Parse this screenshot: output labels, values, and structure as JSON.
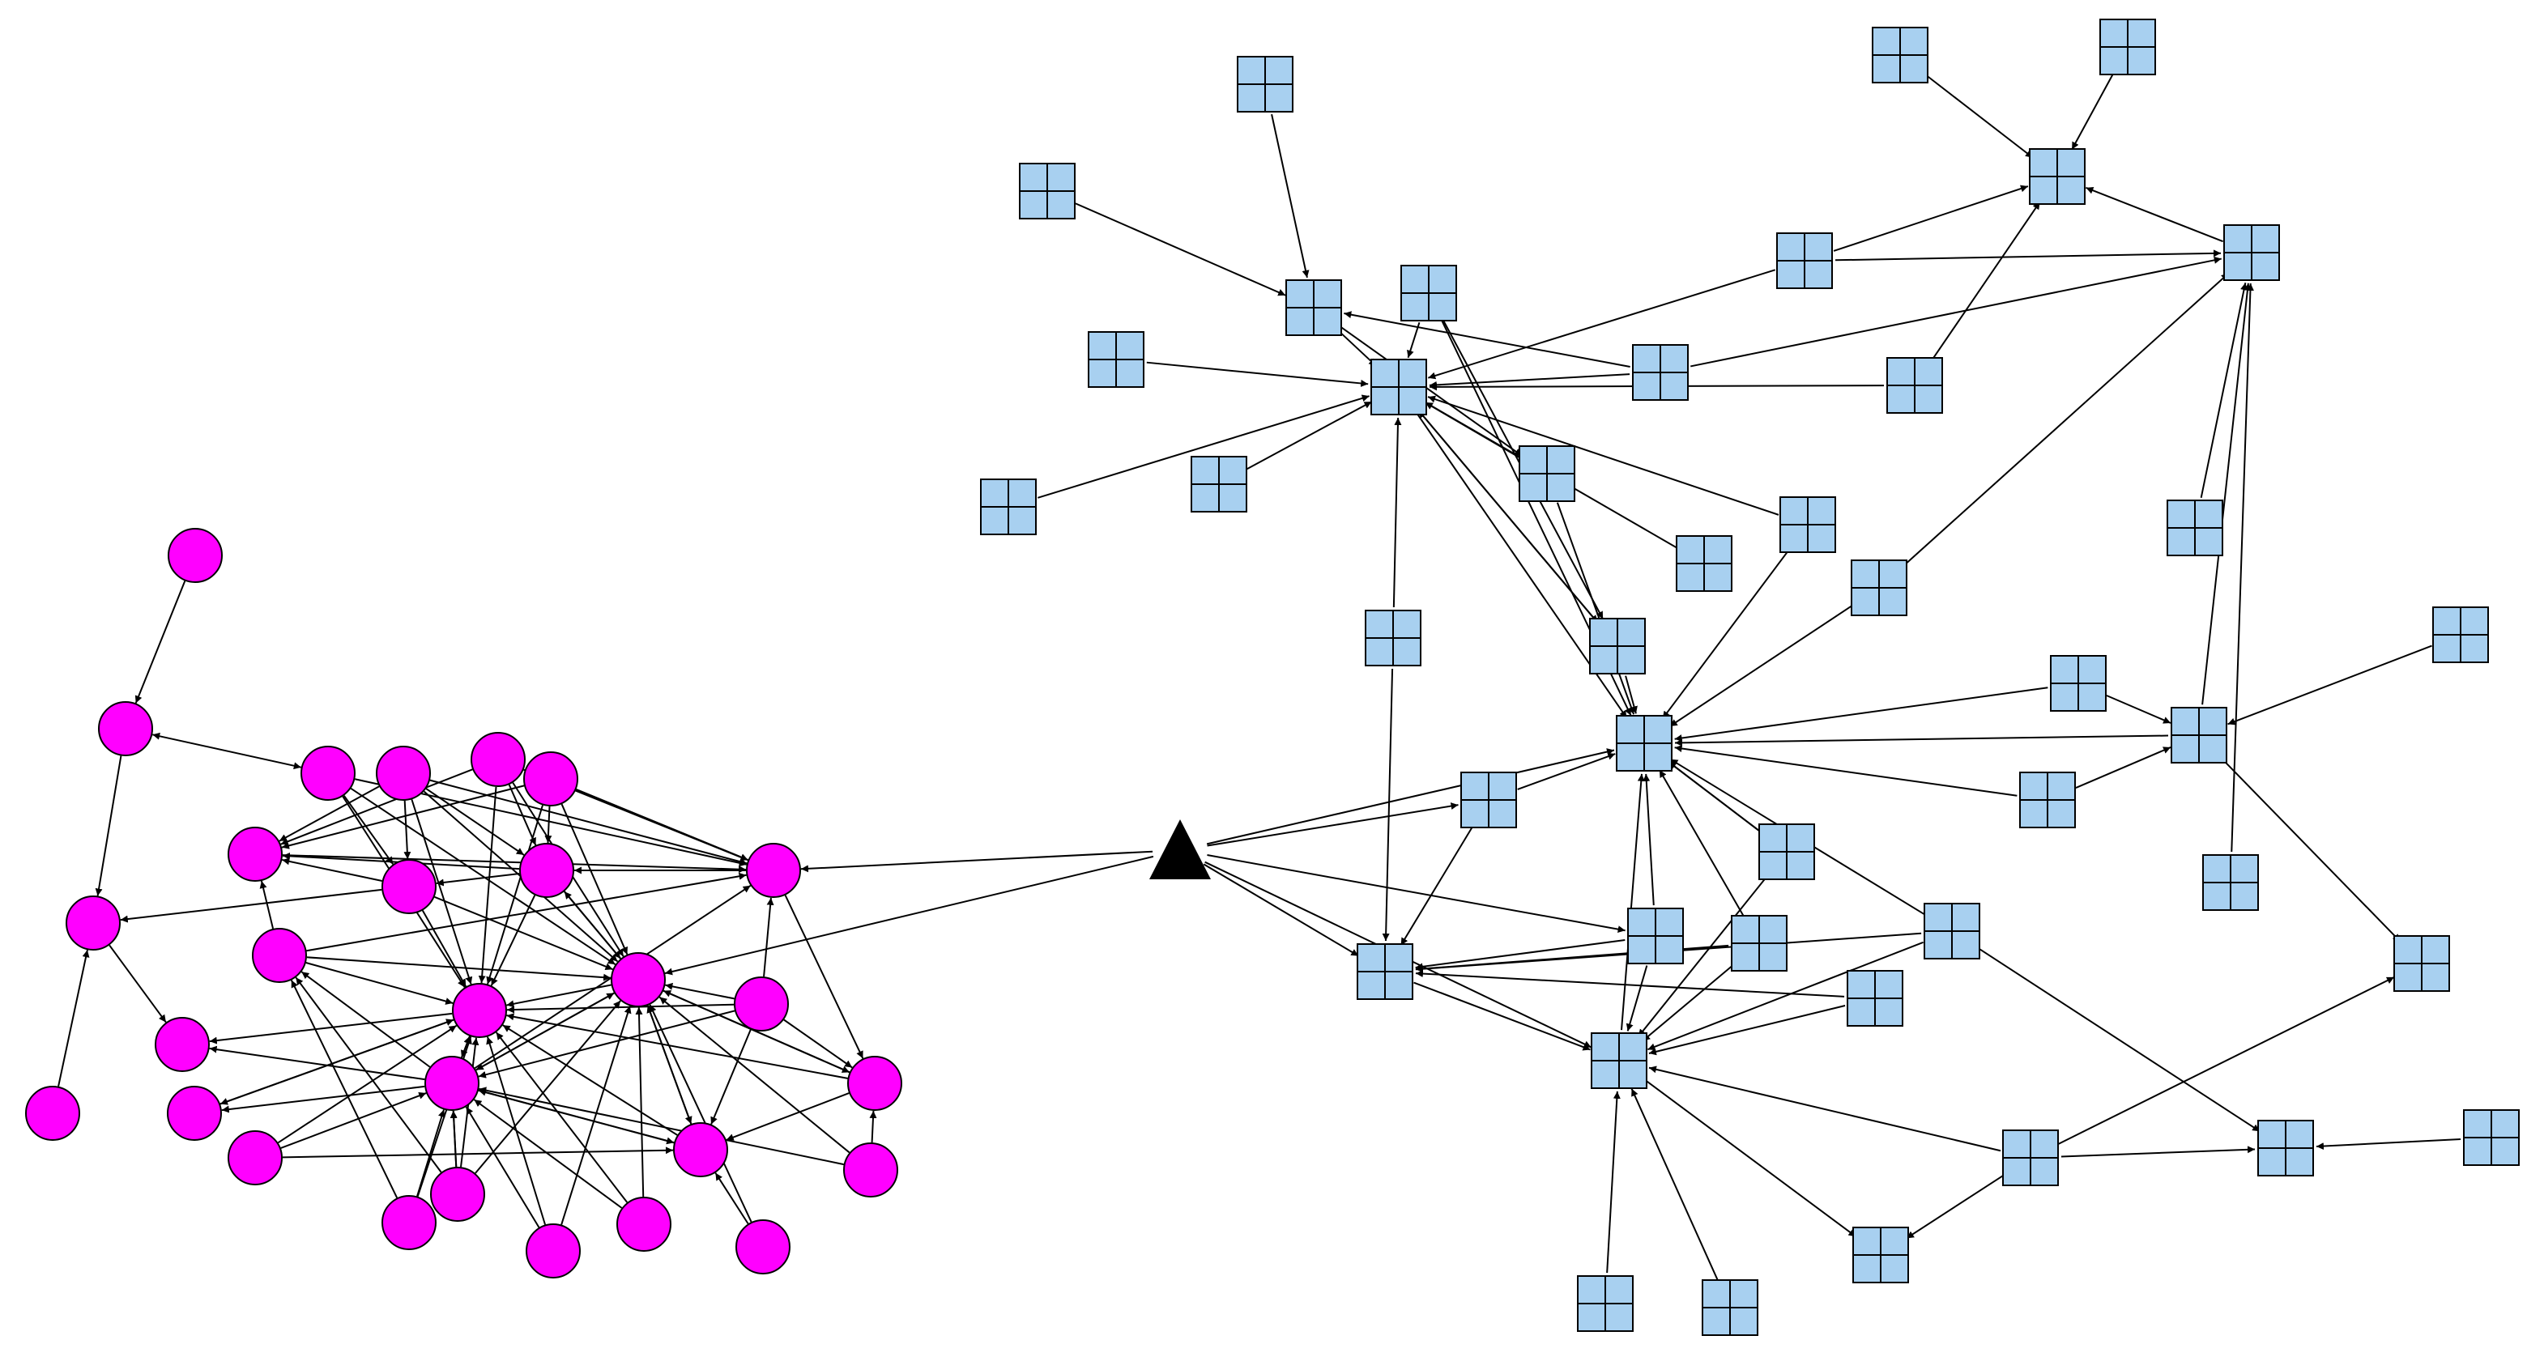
{
  "colors": {
    "circle_fill": "#ff00ff",
    "square_fill": "#a8d0f0",
    "hub_fill": "#000000",
    "edge": "#000000"
  },
  "node_shapes": {
    "left_cluster": "circle",
    "right_cluster": "square-grid",
    "bridge": "triangle"
  }
}
